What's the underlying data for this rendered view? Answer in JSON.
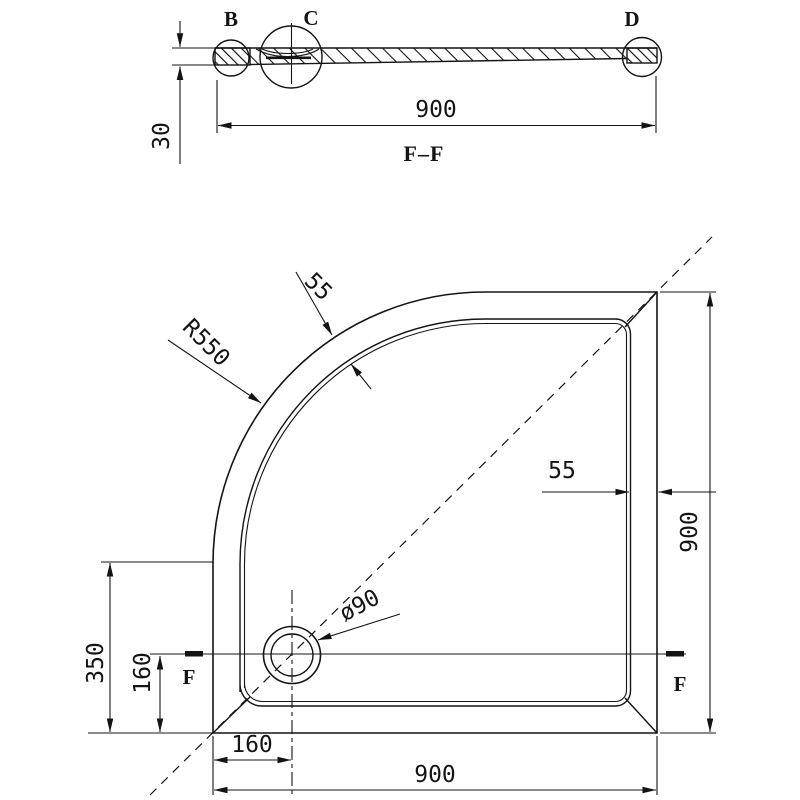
{
  "drawing": {
    "background": "#ffffff",
    "ink": "#141414",
    "section_view": {
      "title": "F–F",
      "detail_label_b": "B",
      "detail_label_c": "C",
      "detail_label_d": "D",
      "dim_width": "900",
      "dim_thickness": "30"
    },
    "plan_view": {
      "dim_corner_radius": "R550",
      "dim_rim_arc": "55",
      "dim_rim_right": "55",
      "dim_side_right": "900",
      "dim_left_edge_height": "350",
      "dim_drain_from_bottom": "160",
      "dim_drain_from_left": "160",
      "dim_bottom_width": "900",
      "dim_drain_diameter": "ø90",
      "section_marker_left": "F",
      "section_marker_right": "F"
    }
  }
}
